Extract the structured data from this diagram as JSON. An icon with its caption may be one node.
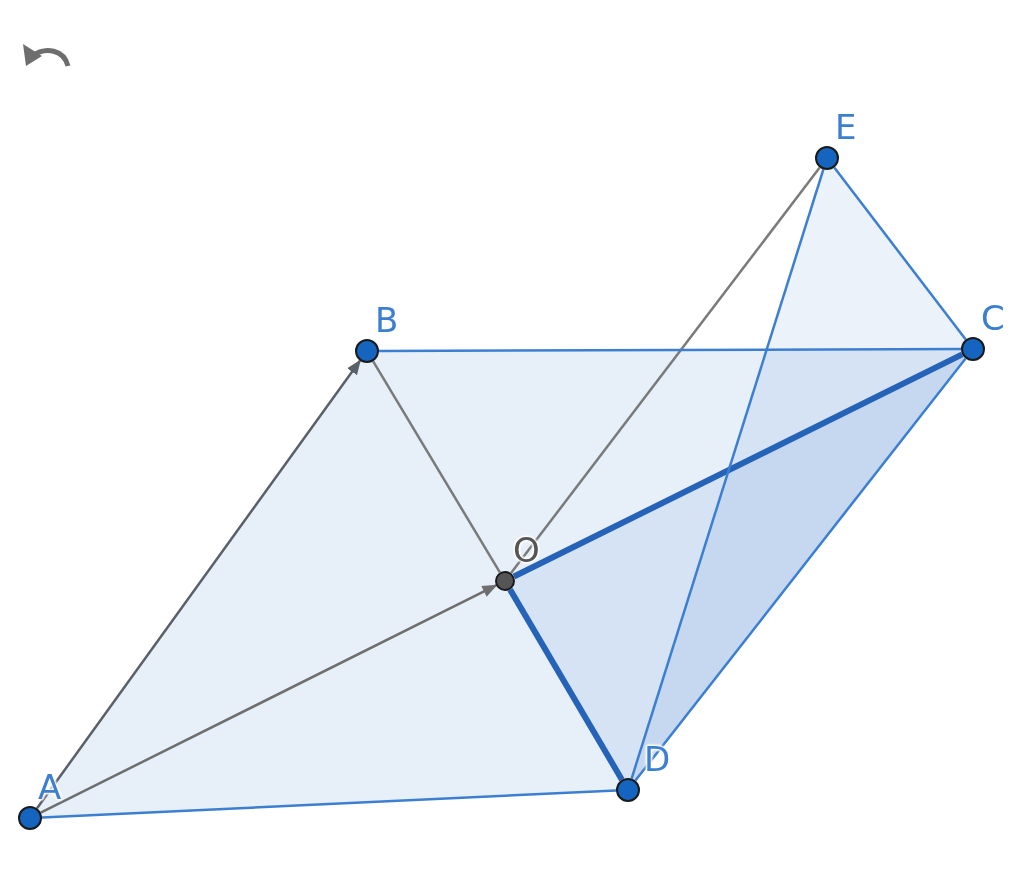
{
  "diagram": {
    "nodes": [
      {
        "text": [
          "A"
        ]
      },
      {
        "text": [
          "B"
        ]
      },
      {
        "text": [
          "C"
        ]
      },
      {
        "text": [
          "D"
        ]
      },
      {
        "text": [
          "E"
        ]
      },
      {
        "text": [
          "O"
        ]
      }
    ],
    "edges": [
      {
        "from": 0,
        "to": 1,
        "arrow": "to",
        "color": "#5a6068"
      },
      {
        "from": 0,
        "to": 5,
        "arrow": "to",
        "color": "#6e6e6e"
      },
      {
        "from": 1,
        "to": 5,
        "arrow": "none",
        "color": "#7a7a7a"
      },
      {
        "from": 5,
        "to": 4,
        "arrow": "none",
        "color": "#7a7a7a"
      },
      {
        "from": 1,
        "to": 2,
        "arrow": "none"
      },
      {
        "from": 0,
        "to": 3,
        "arrow": "none"
      },
      {
        "from": 5,
        "to": 2,
        "arrow": "none",
        "style": "thick",
        "color": "#2563b8"
      },
      {
        "from": 5,
        "to": 3,
        "arrow": "none",
        "style": "thick",
        "color": "#2563b8"
      },
      {
        "from": 2,
        "to": 3,
        "arrow": "none"
      },
      {
        "from": 4,
        "to": 2,
        "arrow": "none"
      },
      {
        "from": 4,
        "to": 3,
        "arrow": "none"
      }
    ]
  }
}
